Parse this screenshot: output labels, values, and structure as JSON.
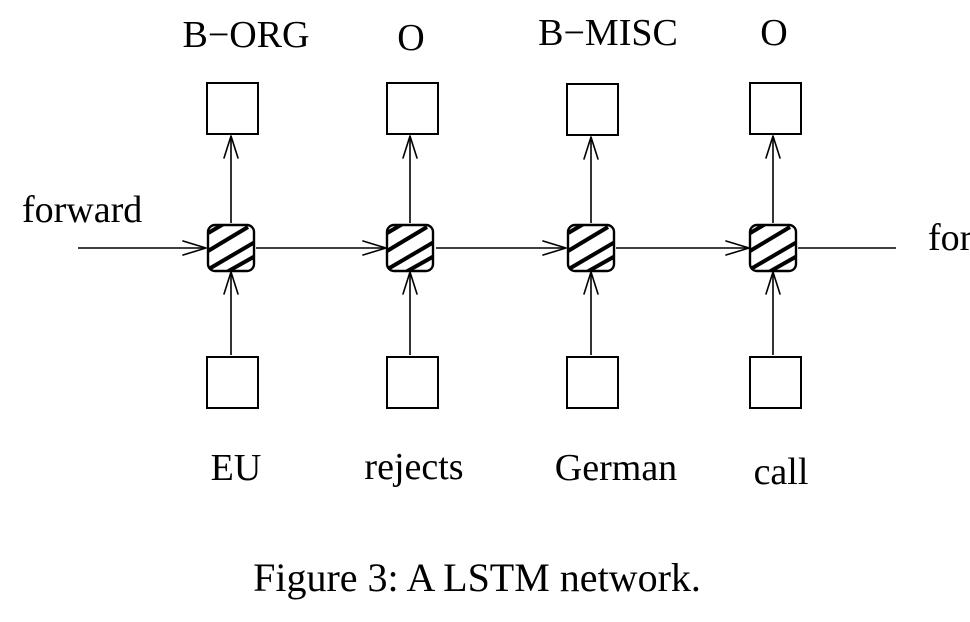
{
  "diagram": {
    "output_labels": [
      "B−ORG",
      "O",
      "B−MISC",
      "O"
    ],
    "input_labels": [
      "EU",
      "rejects",
      "German",
      "call"
    ],
    "direction_left_label": "forward",
    "direction_right_label": "for",
    "caption": "Figure 3: A LSTM network."
  }
}
